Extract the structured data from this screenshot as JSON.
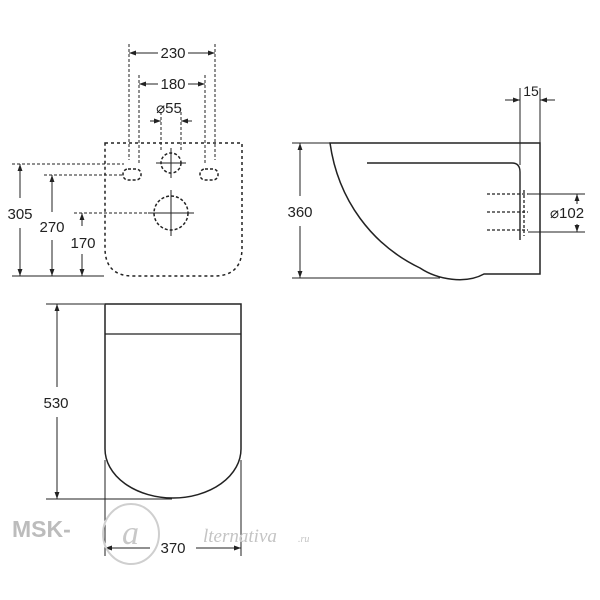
{
  "dimensions": {
    "rear_width": "230",
    "hole_spacing": "180",
    "inlet_diameter": "⌀55",
    "height_305": "305",
    "height_270": "270",
    "height_170": "170",
    "side_height": "360",
    "wall_offset": "15",
    "outlet_diameter": "⌀102",
    "length": "530",
    "width": "370"
  },
  "watermark": {
    "brand_left": "MSK-",
    "brand_script": "lternativa",
    "brand_suffix": ".ru"
  }
}
